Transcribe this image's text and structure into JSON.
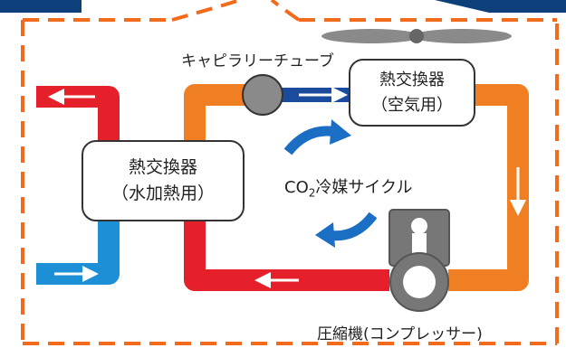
{
  "labels": {
    "capillary": "キャピラリーチューブ",
    "hx_air_line1": "熱交換器",
    "hx_air_line2": "（空気用）",
    "hx_water_line1": "熱交換器",
    "hx_water_line2": "（水加熱用）",
    "cycle_prefix": "CO",
    "cycle_sub": "2",
    "cycle_suffix": "冷媒サイクル",
    "compressor": "圧縮機(コンプレッサー)"
  },
  "colors": {
    "frame_orange": "#f26a1b",
    "top_band_blue": "#0d3f7a",
    "hot_red": "#e6202b",
    "warm_orange": "#f07f23",
    "cold_blue": "#1c8fd6",
    "dark_blue": "#1a4b9c",
    "circulation_arrow": "#1a6fc4",
    "compressor_gray": "#777777",
    "capillary_gray": "#8a8a8a",
    "fan_gray": "#888888"
  }
}
